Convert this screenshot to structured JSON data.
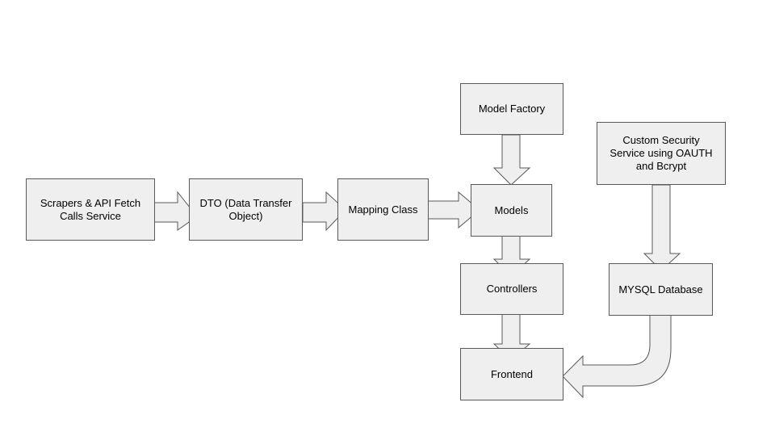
{
  "diagram": {
    "nodes": {
      "scrapers": "Scrapers & API Fetch\nCalls Service",
      "dto": "DTO (Data Transfer\nObject)",
      "mapping": "Mapping Class",
      "model_factory": "Model Factory",
      "models": "Models",
      "controllers": "Controllers",
      "frontend": "Frontend",
      "security": "Custom Security\nService using OAUTH\nand Bcrypt",
      "mysql": "MYSQL Database"
    },
    "colors": {
      "box_fill": "#efefef",
      "stroke": "#595959",
      "text": "#000000"
    }
  }
}
